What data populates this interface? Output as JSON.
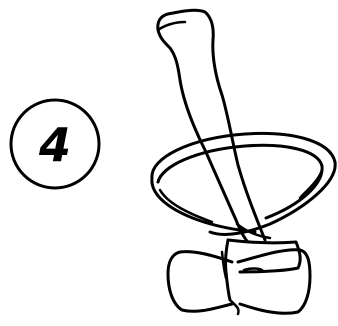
{
  "step": {
    "number": "4"
  },
  "colors": {
    "ink": "#000000",
    "background": "#ffffff"
  },
  "illustration": {
    "subject": "bow-tie-step",
    "parts": [
      "step-badge",
      "tie-strap-end",
      "neck-band",
      "bow-knot"
    ]
  }
}
